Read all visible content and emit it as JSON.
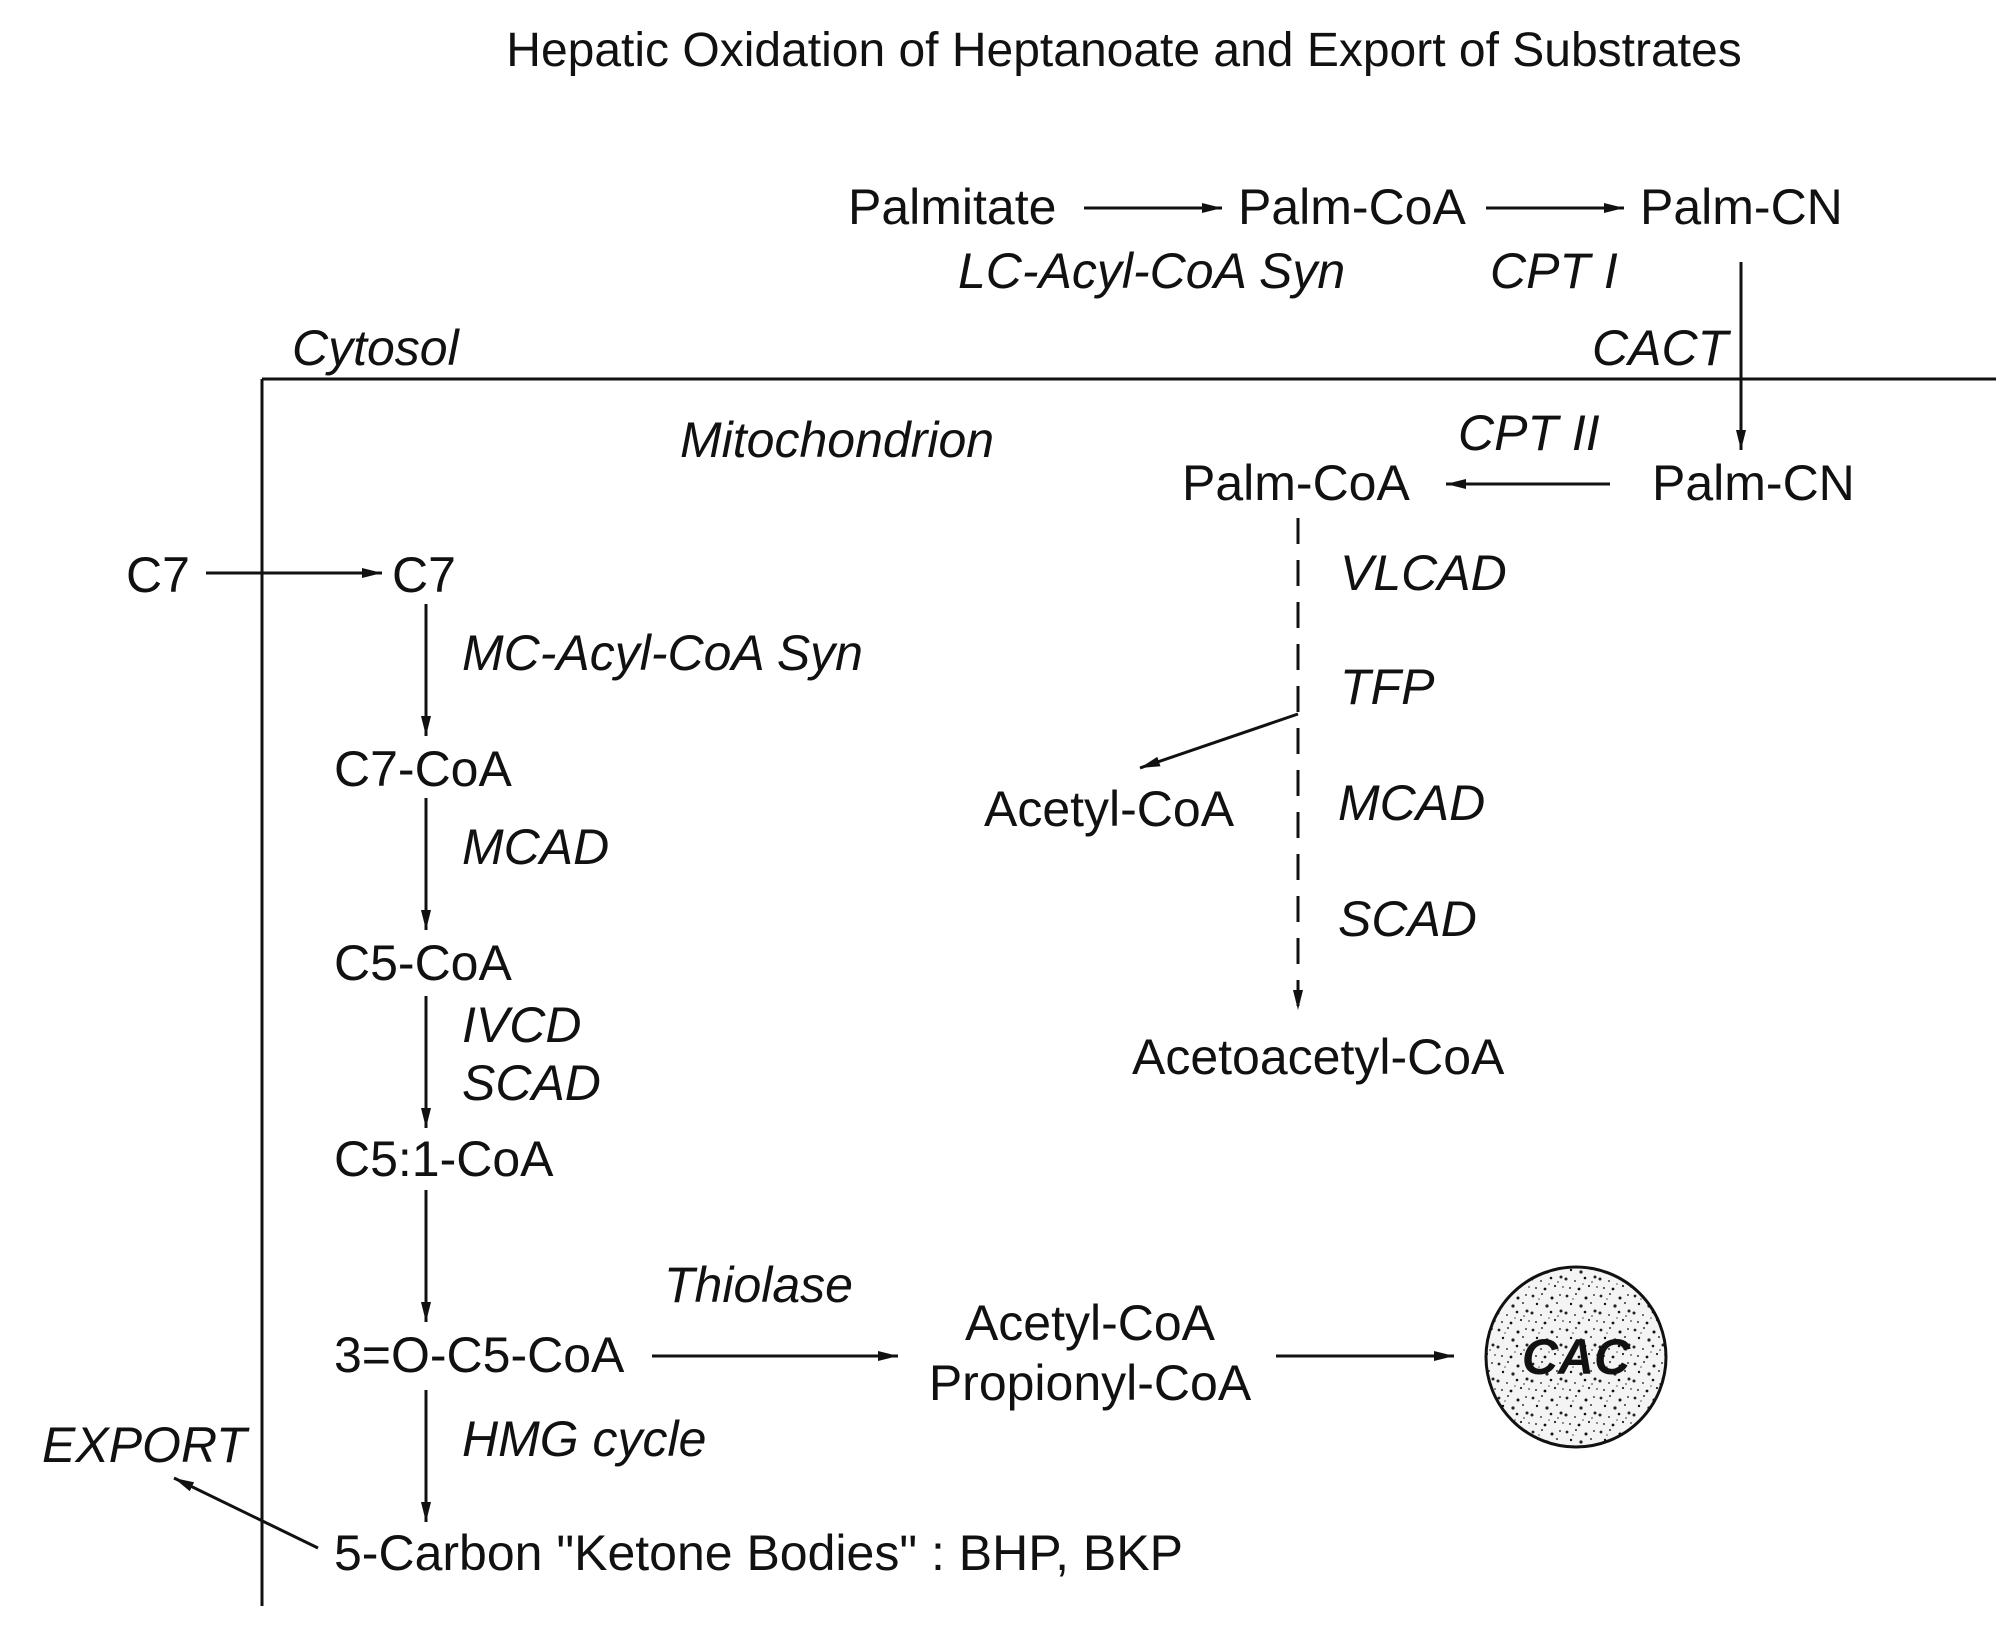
{
  "title": "Hepatic Oxidation of Heptanoate and Export of Substrates",
  "regions": {
    "cytosol": "Cytosol",
    "mitochondrion": "Mitochondrion"
  },
  "nodes": {
    "palmitate": "Palmitate",
    "palm_coa_outer": "Palm-CoA",
    "palm_cn_outer": "Palm-CN",
    "palm_cn_inner": "Palm-CN",
    "palm_coa_inner": "Palm-CoA",
    "acetyl_coa_beta": "Acetyl-CoA",
    "acetoacetyl_coa": "Acetoacetyl-CoA",
    "c7_outside": "C7",
    "c7_inside": "C7",
    "c7_coa": "C7-CoA",
    "c5_coa": "C5-CoA",
    "c5_1_coa": "C5:1-CoA",
    "oxo_c5_coa": "3=O-C5-CoA",
    "acetyl_coa_products": "Acetyl-CoA",
    "propionyl_coa_products": "Propionyl-CoA",
    "ketone_bodies": "5-Carbon \"Ketone Bodies\" : BHP, BKP",
    "export": "EXPORT",
    "cac": "CAC"
  },
  "enzymes": {
    "lc_acyl_coa_syn": "LC-Acyl-CoA Syn",
    "cpt1": "CPT I",
    "cact": "CACT",
    "cpt2": "CPT II",
    "vlcad": "VLCAD",
    "tfp": "TFP",
    "mcad_beta": "MCAD",
    "scad_beta": "SCAD",
    "mc_acyl_coa_syn": "MC-Acyl-CoA Syn",
    "mcad_c7": "MCAD",
    "ivcd": "IVCD",
    "scad_c5": "SCAD",
    "thiolase": "Thiolase",
    "hmg_cycle": "HMG cycle"
  },
  "colors": {
    "ink": "#111111",
    "background": "#ffffff"
  }
}
